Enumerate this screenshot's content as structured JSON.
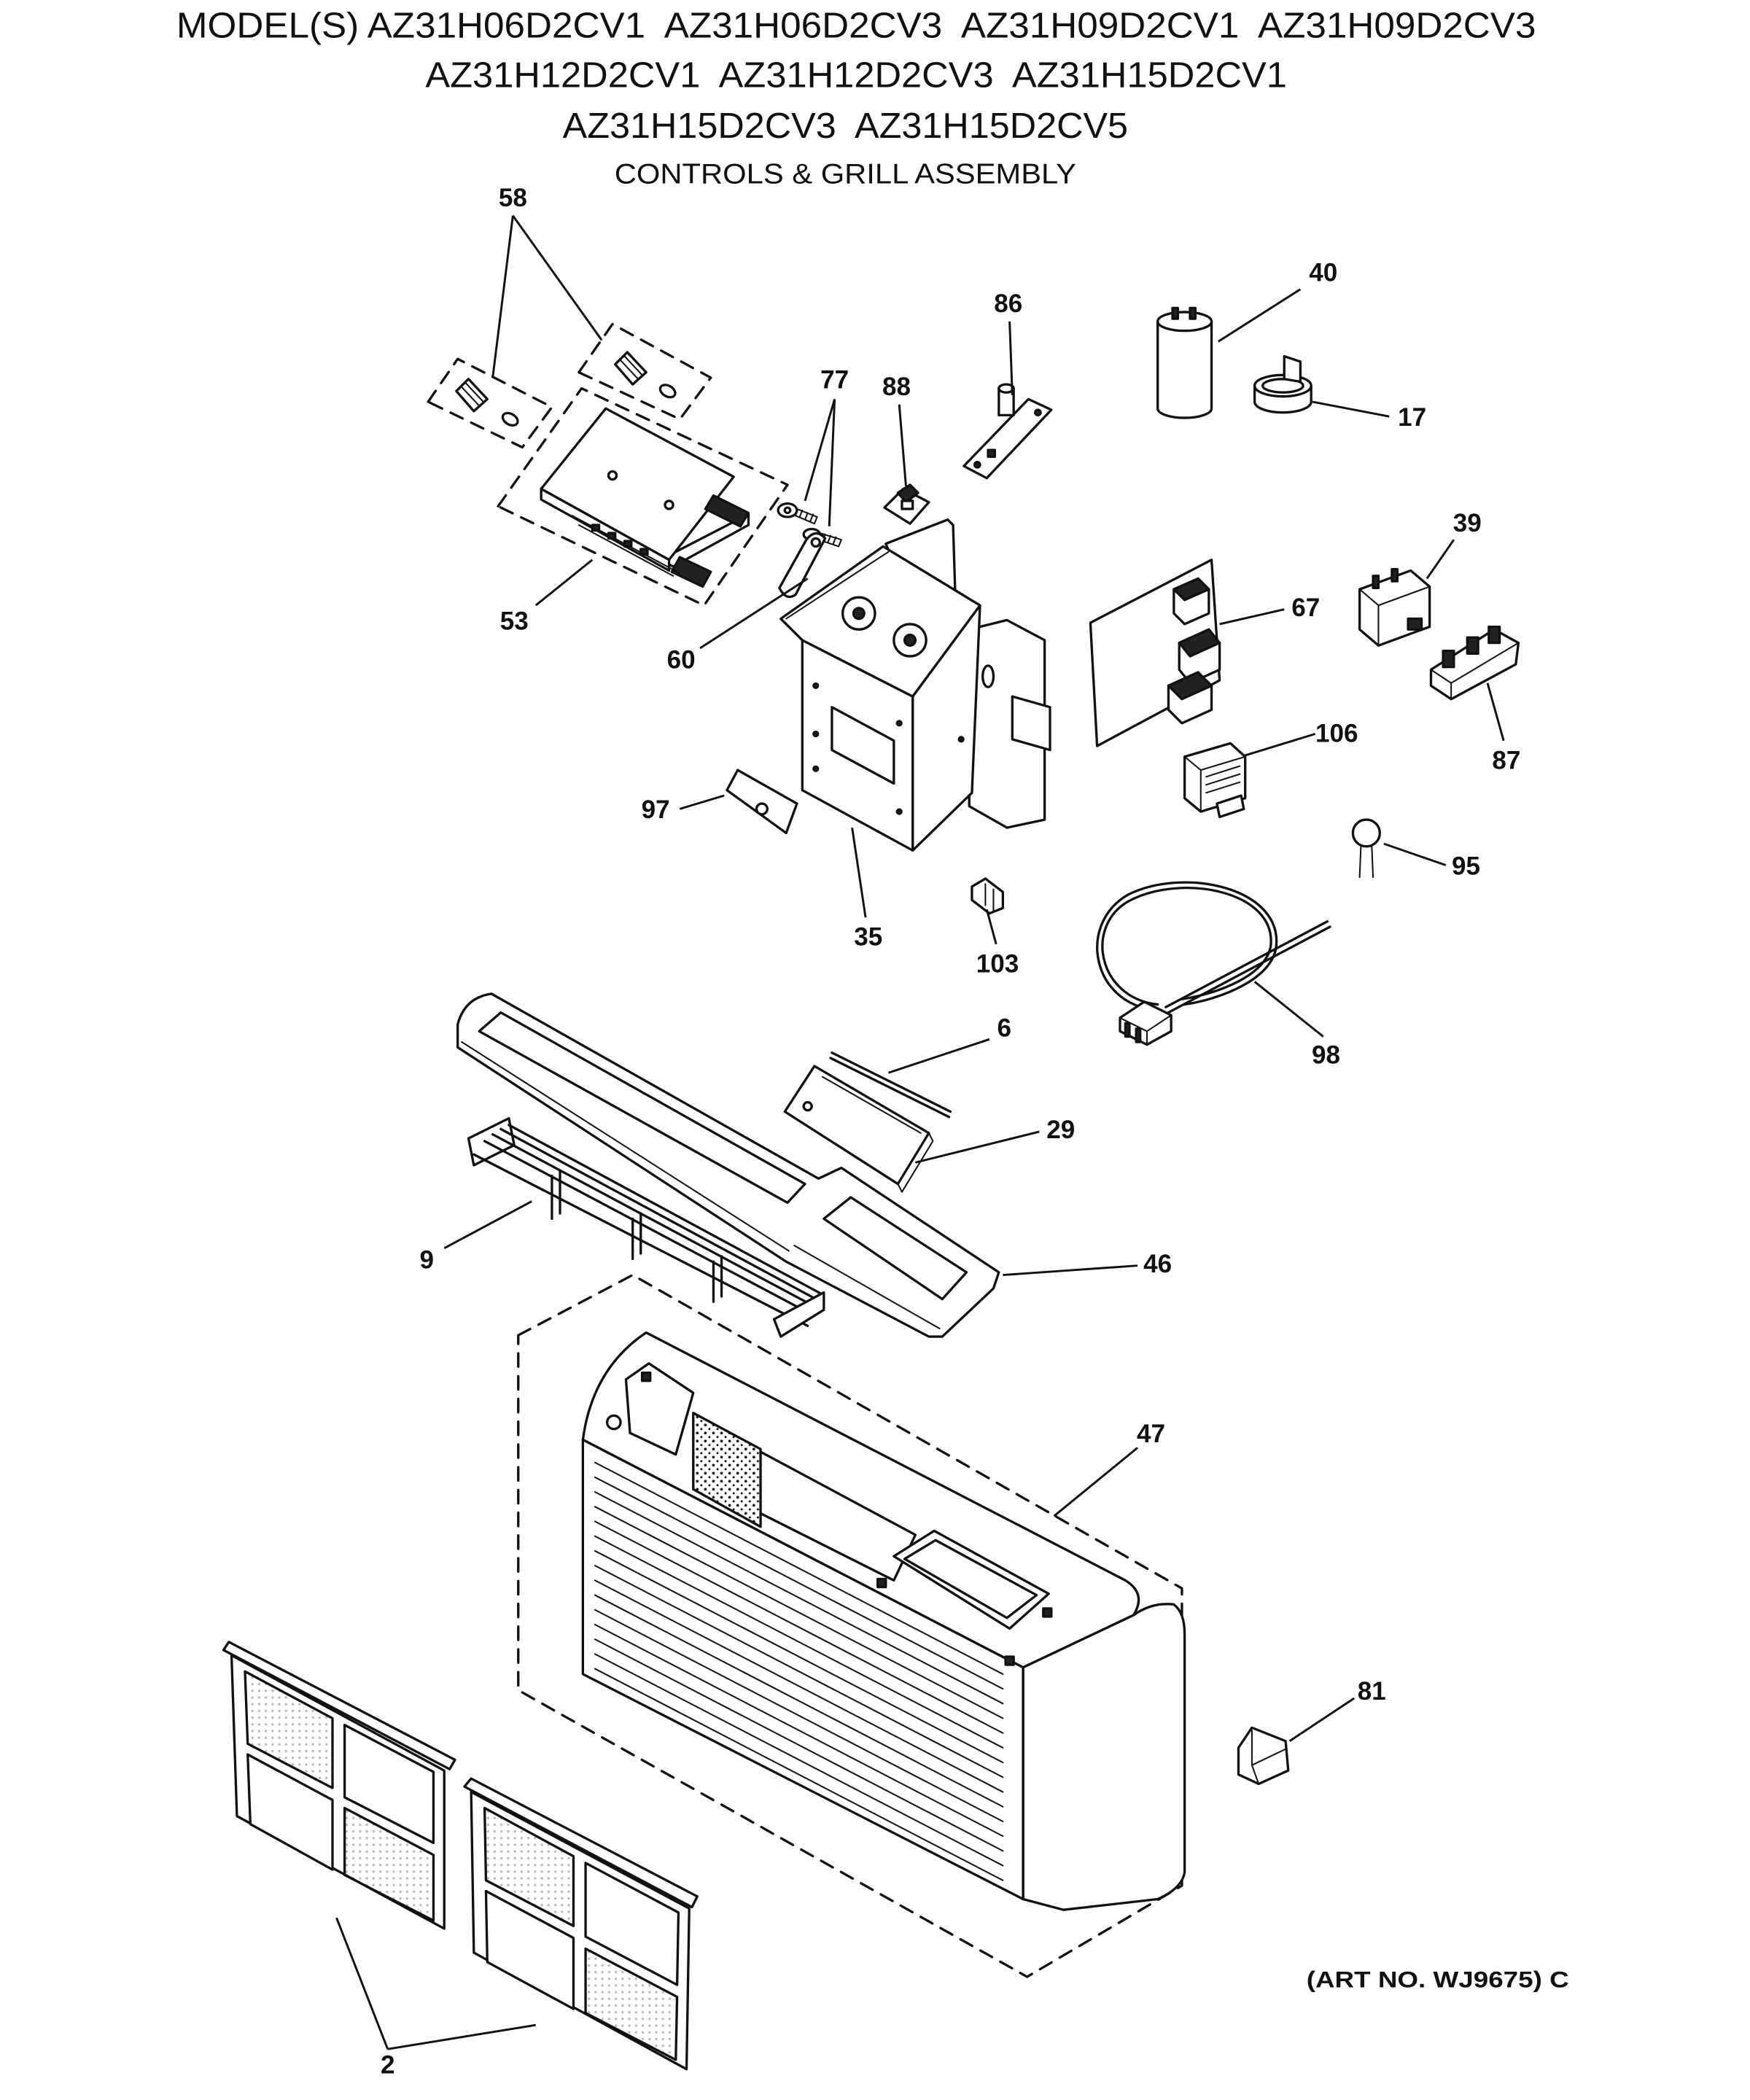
{
  "title": {
    "models_line1": "MODEL(S) AZ31H06D2CV1  AZ31H06D2CV3  AZ31H09D2CV1  AZ31H09D2CV3",
    "models_line2": "AZ31H12D2CV1  AZ31H12D2CV3  AZ31H15D2CV1",
    "models_line3": "AZ31H15D2CV3  AZ31H15D2CV5",
    "assembly": "CONTROLS & GRILL ASSEMBLY"
  },
  "callouts": {
    "p58": "58",
    "p40": "40",
    "p86": "86",
    "p77": "77",
    "p88": "88",
    "p17": "17",
    "p39": "39",
    "p67": "67",
    "p53": "53",
    "p60": "60",
    "p106": "106",
    "p87": "87",
    "p97": "97",
    "p95": "95",
    "p35": "35",
    "p103": "103",
    "p6": "6",
    "p98": "98",
    "p29": "29",
    "p9": "9",
    "p46": "46",
    "p47": "47",
    "p81": "81",
    "p2": "2"
  },
  "art_number": "(ART NO. WJ9675) C"
}
